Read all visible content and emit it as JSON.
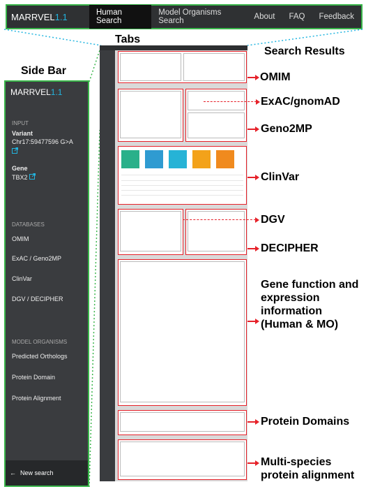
{
  "topnav": {
    "brand": "MARRVEL",
    "brand_version": "1.1",
    "items": [
      "Human Search",
      "Model Organisms Search",
      "About",
      "FAQ",
      "Feedback"
    ]
  },
  "labels": {
    "tabs": "Tabs",
    "search_results": "Search Results",
    "side_bar": "Side Bar"
  },
  "sidebar": {
    "brand": "MARRVEL",
    "brand_version": "1.1",
    "input_heading": "INPUT",
    "variant_label": "Variant",
    "variant_value": "Chr17:59477596 G>A",
    "gene_label": "Gene",
    "gene_value": "TBX2",
    "databases_heading": "DATABASES",
    "databases": [
      "OMIM",
      "ExAC / Geno2MP",
      "ClinVar",
      "DGV / DECIPHER"
    ],
    "model_heading": "MODEL ORGANISMS",
    "model_items": [
      "Predicted Orthologs",
      "Protein Domain",
      "Protein Alignment"
    ],
    "new_search": "New search"
  },
  "callouts": {
    "omim": "OMIM",
    "exac": "ExAC/gnomAD",
    "geno2mp": "Geno2MP",
    "clinvar": "ClinVar",
    "dgv": "DGV",
    "decipher": "DECIPHER",
    "gene_function": "Gene function and expression information (Human & MO)",
    "protein_domains": "Protein Domains",
    "alignment": "Multi-species protein alignment"
  },
  "colors": {
    "panel_border": "#e62129",
    "sidebar_border": "#39b54a",
    "accent": "#22b5e0",
    "tiles": [
      "#2ab08a",
      "#2f9bd1",
      "#26b3d6",
      "#f3a21a",
      "#f08a1e"
    ]
  }
}
